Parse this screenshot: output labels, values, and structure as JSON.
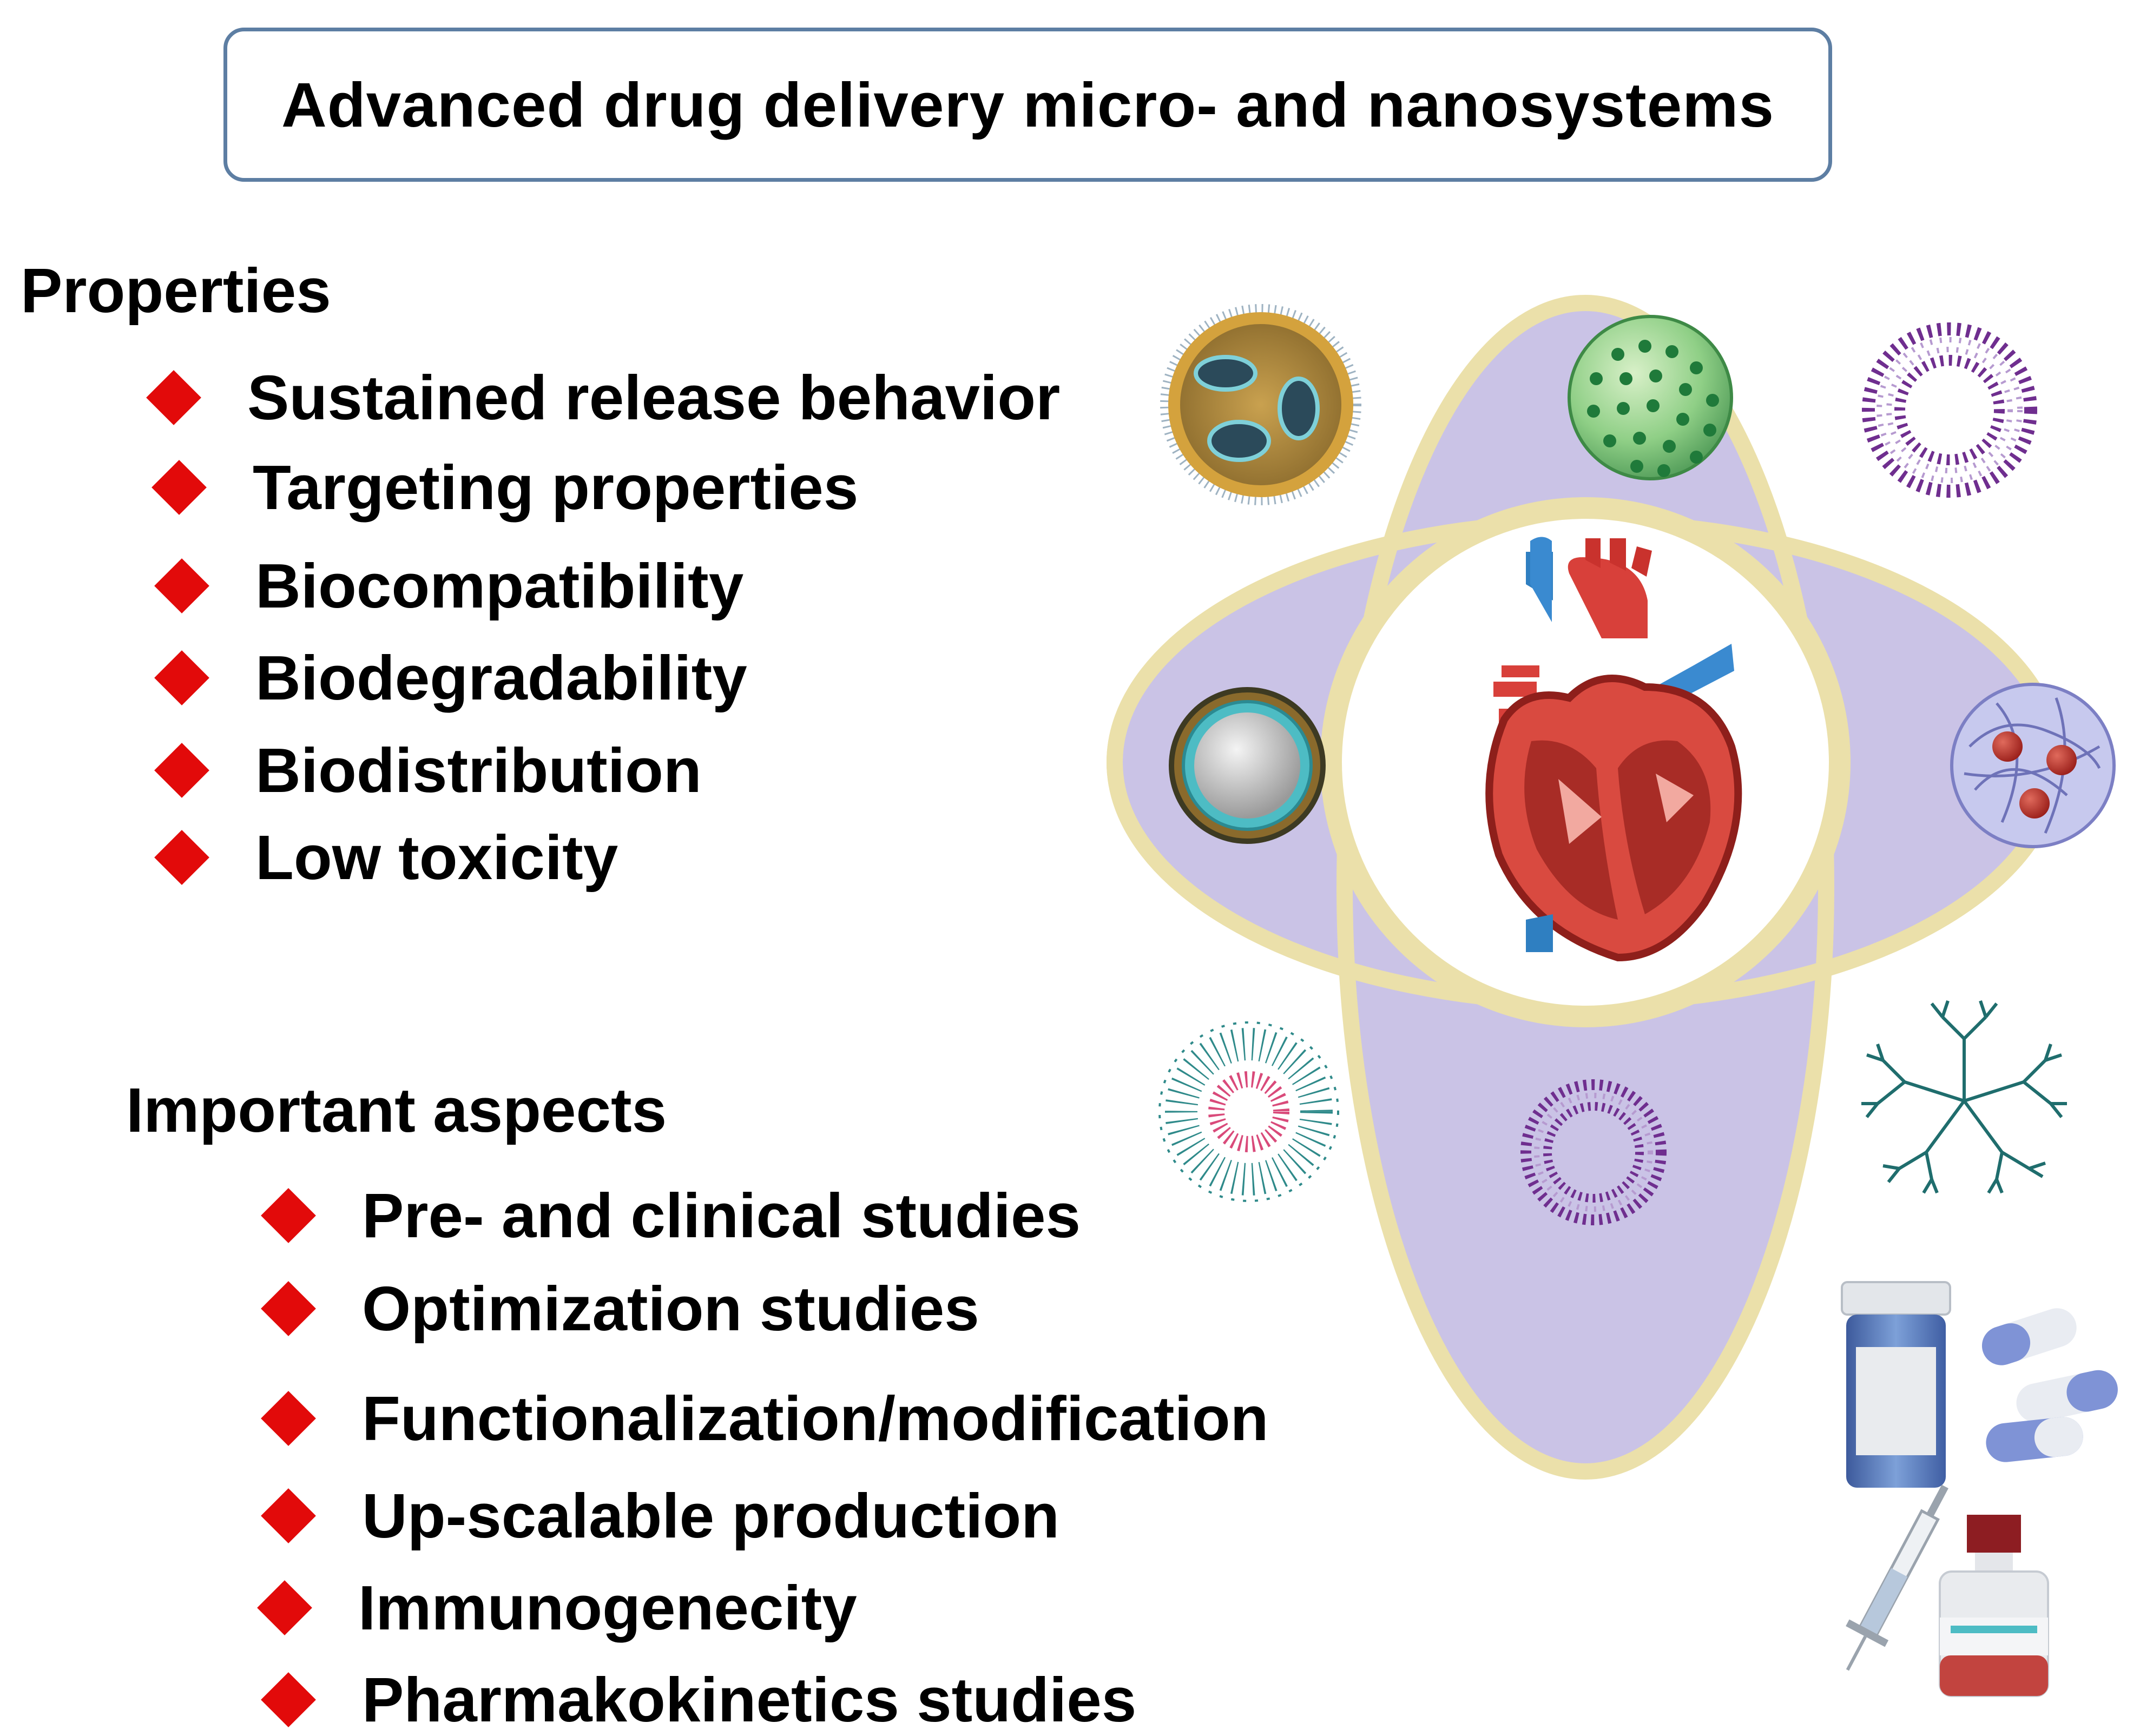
{
  "title": "Advanced drug delivery micro- and nanosystems",
  "properties": {
    "heading": "Properties",
    "items": [
      "Sustained release behavior",
      "Targeting properties",
      "Biocompatibility",
      "Biodegradability",
      "Biodistribution",
      "Low toxicity"
    ]
  },
  "aspects": {
    "heading": "Important aspects",
    "items": [
      "Pre- and clinical studies",
      "Optimization studies",
      "Functionalization/modification",
      "Up-scalable production",
      "Immunogenecity",
      "Pharmakokinetics studies"
    ]
  },
  "colors": {
    "bullet": "#e20a0a",
    "ellipse_fill": "#cac3e6",
    "ellipse_stroke": "#ebe0aa",
    "title_border": "#5d7ea3"
  },
  "icons": [
    "nanocapsule-icon",
    "polymeric-nanosphere-icon",
    "liposome-icon",
    "core-shell-particle-icon",
    "nanogel-icon",
    "micelle-icon",
    "vesicle-icon",
    "dendrimer-icon",
    "heart-icon",
    "medicine-bottle-icon",
    "capsule-icon",
    "syringe-icon",
    "vial-icon"
  ]
}
